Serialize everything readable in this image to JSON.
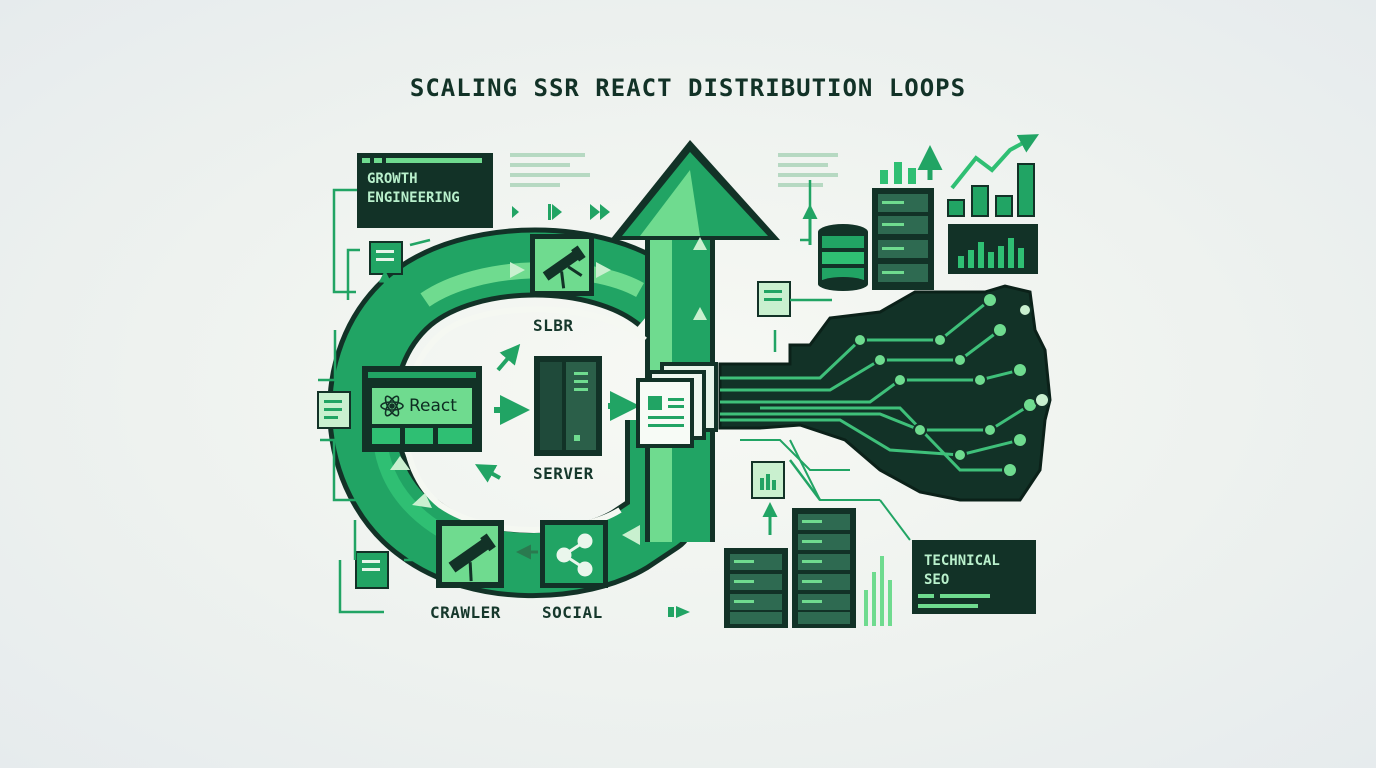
{
  "title": "SCALING SSR REACT DISTRIBUTION LOOPS",
  "nodes": {
    "growth_engineering": {
      "line1": "GROWTH",
      "line2": "ENGINEERING"
    },
    "technical_seo": {
      "line1": "TECHNICAL",
      "line2": "SEO"
    },
    "react_app": {
      "label": "React"
    },
    "slbr": {
      "label": "SLBR"
    },
    "server": {
      "label": "SERVER"
    },
    "crawler": {
      "label": "CRAWLER"
    },
    "social": {
      "label": "SOCIAL"
    }
  },
  "colors": {
    "dark": "#123227",
    "green": "#21a464",
    "light_green": "#6fdb8f",
    "pale_green": "#c9f0cf",
    "background": "#f3f6f1"
  },
  "icons": [
    "react-icon",
    "telescope-icon",
    "share-icon",
    "server-icon",
    "document-icon",
    "database-icon",
    "bar-chart-icon",
    "circuit-icon"
  ]
}
